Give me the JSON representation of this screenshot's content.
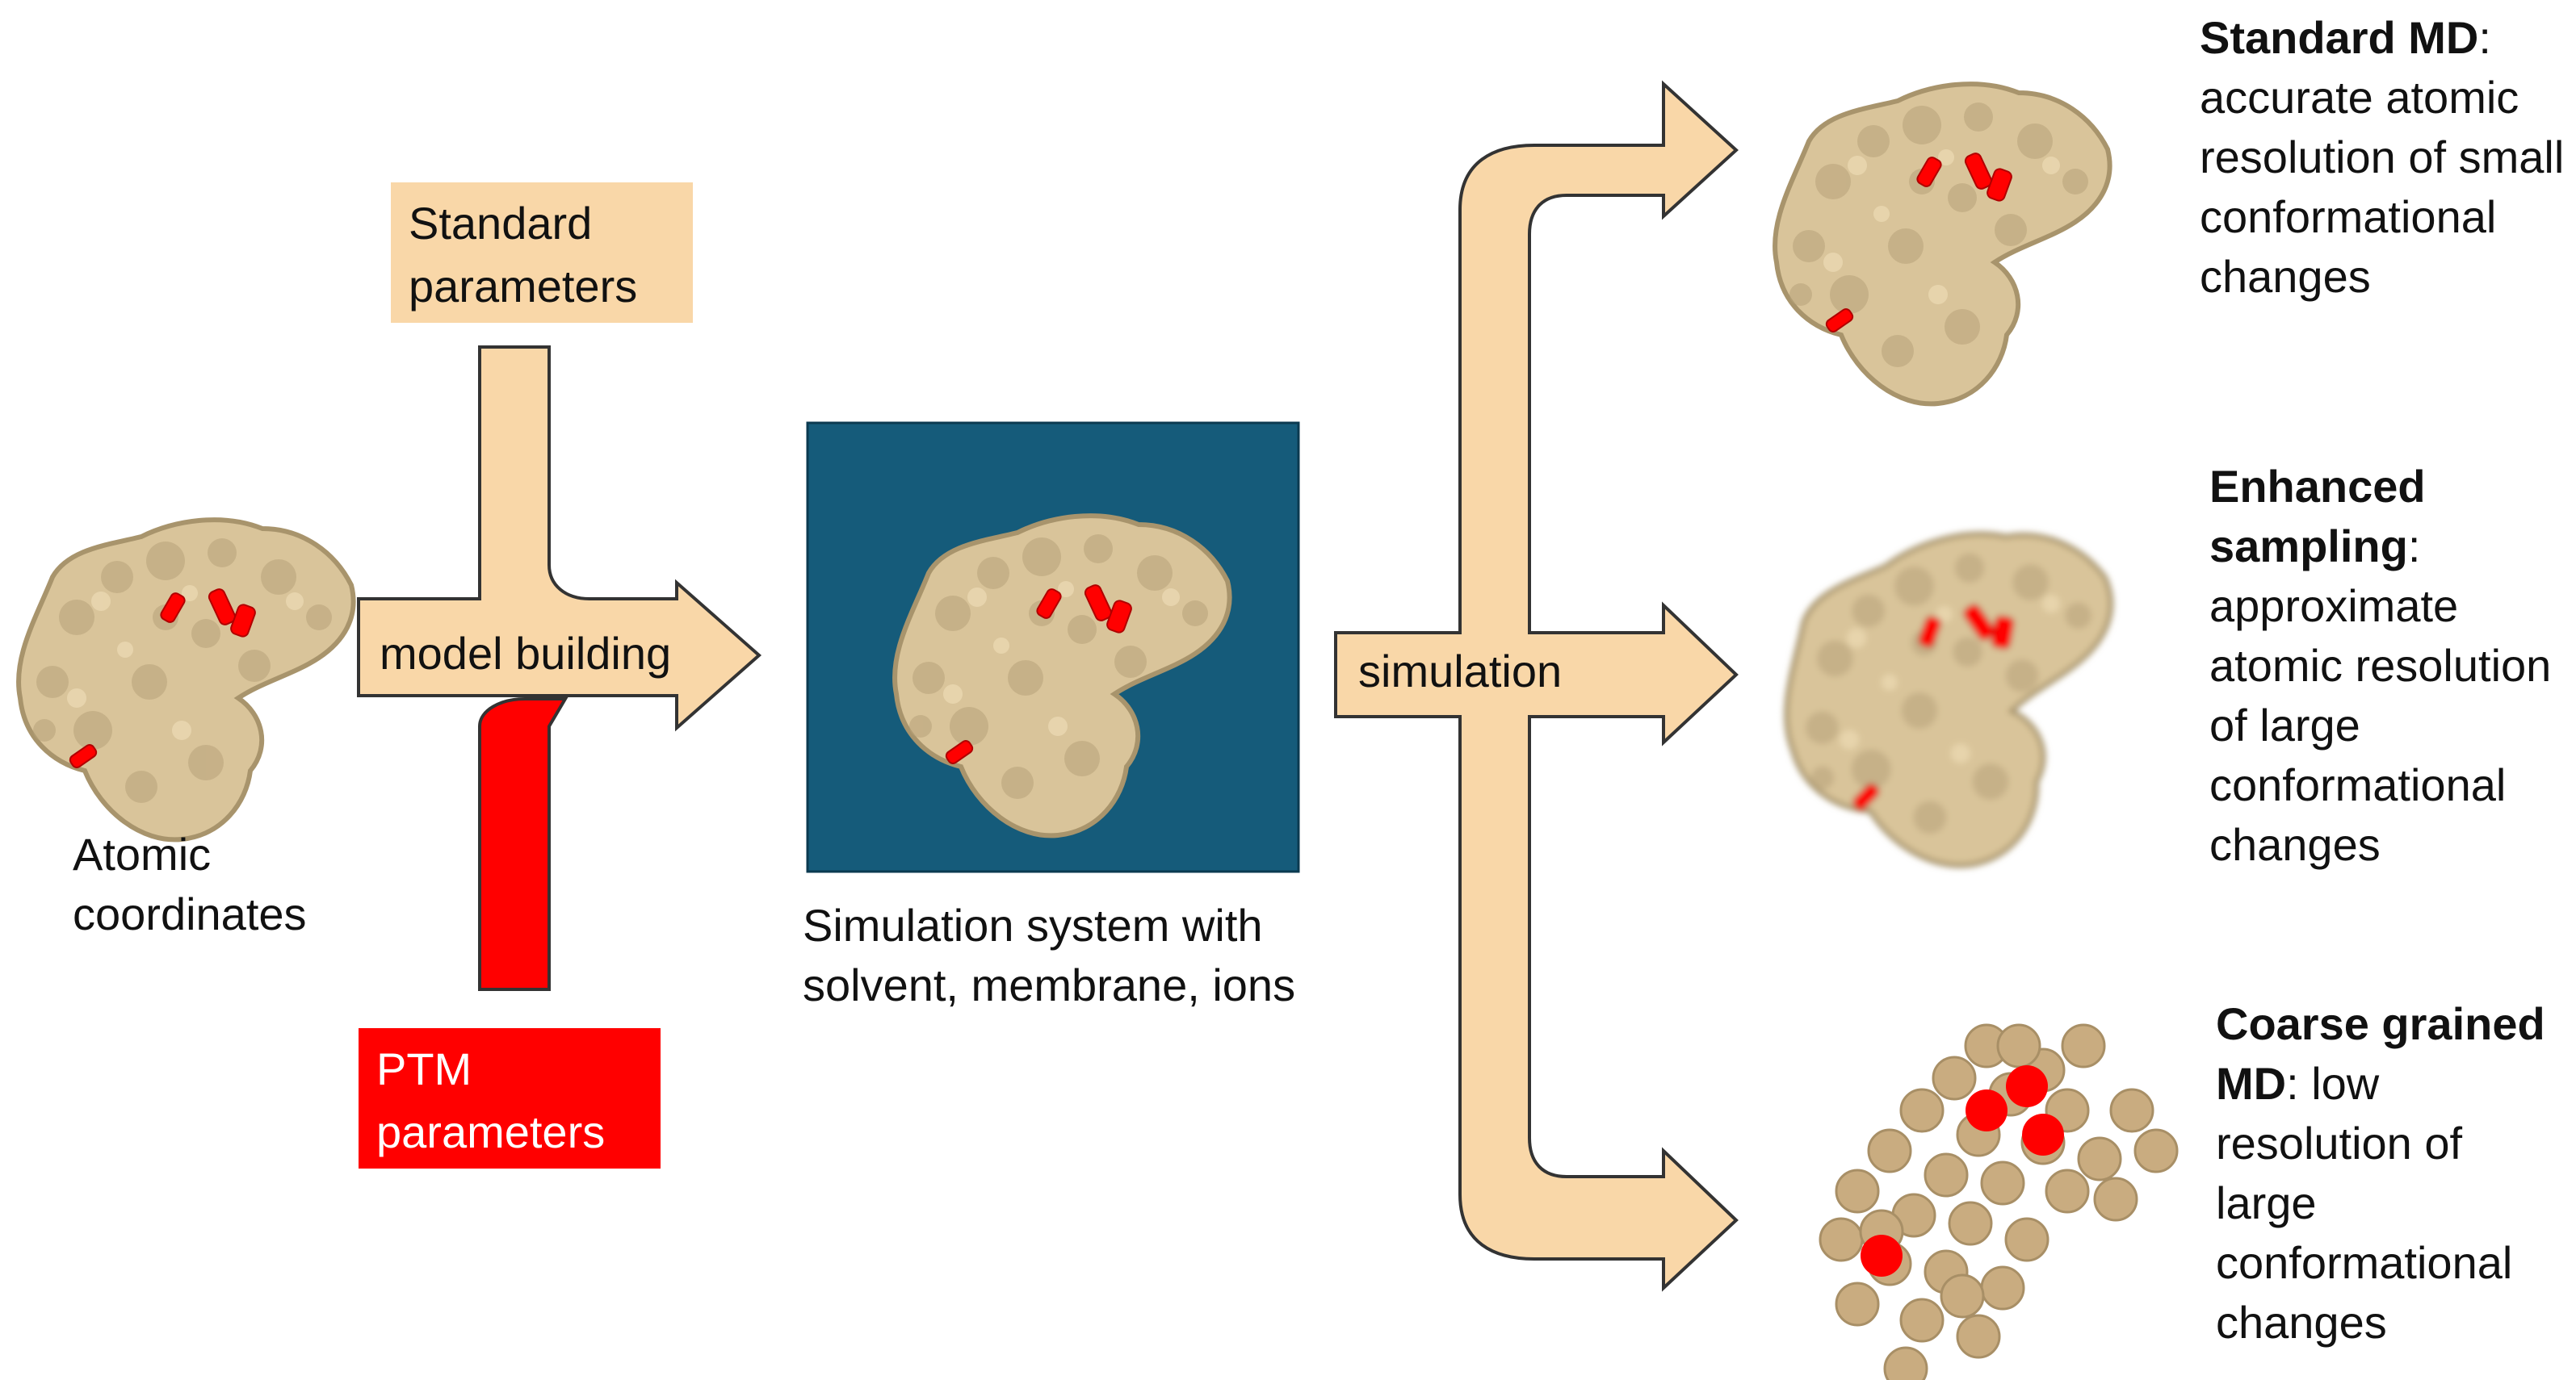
{
  "colors": {
    "beige": "#f9d7a8",
    "protein": "#d9c49a",
    "protein_dark": "#a8946c",
    "ptm_red": "#ff0000",
    "water_blue": "#155b7a",
    "outline": "#333333",
    "cg_bead": "#c9ac80"
  },
  "inputs": {
    "atomic_coordinates": "Atomic coordinates",
    "standard_parameters": "Standard parameters",
    "ptm_parameters": "PTM parameters"
  },
  "arrows": {
    "model_building": "model building",
    "simulation": "simulation"
  },
  "system": {
    "caption": "Simulation system with solvent, membrane, ions"
  },
  "outputs": [
    {
      "icon": "protein-surface-icon",
      "title": "Standard MD",
      "description": ": accurate atomic resolution of small conformational changes"
    },
    {
      "icon": "protein-surface-blurred-icon",
      "title": "Enhanced sampling",
      "description": ": approximate atomic resolution of large conformational changes"
    },
    {
      "icon": "coarse-grained-beads-icon",
      "title": "Coarse grained MD",
      "description": ": low resolution of large conformational changes"
    }
  ]
}
